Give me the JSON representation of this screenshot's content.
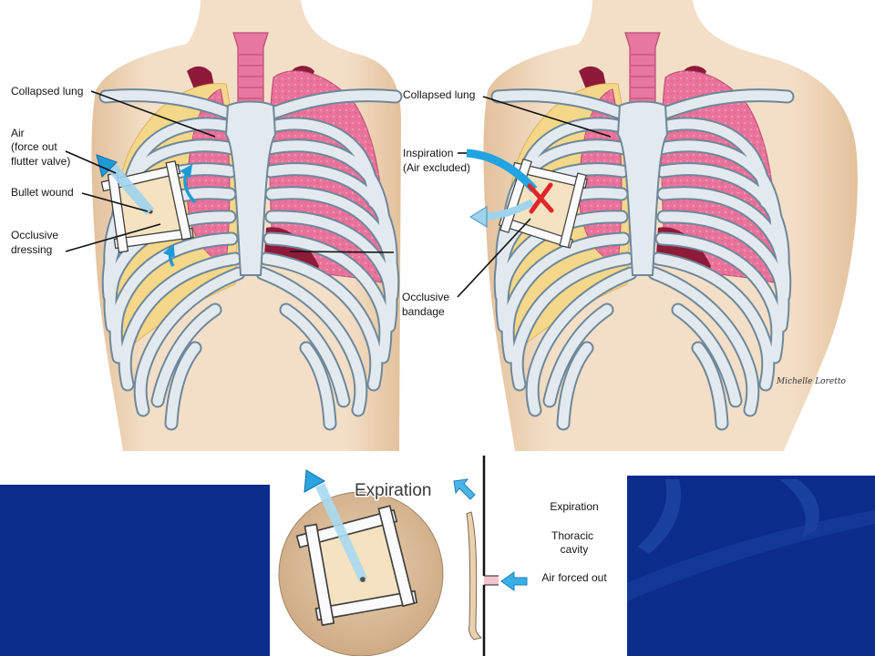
{
  "colors": {
    "slide_blue": "#0c2c8c",
    "slide_blue_accent": "#1b41a0",
    "lung_pink": "#e9739b",
    "pleural_yellow": "#f4d789",
    "air_arrow_blue": "#1e9ad6",
    "occlusion_red": "#e0262b"
  },
  "left_figure": {
    "labels": {
      "collapsed_lung": "Collapsed lung",
      "air": [
        "Air",
        "(force out",
        "flutter valve)"
      ],
      "bullet_wound": "Bullet wound",
      "occlusive_dressing": [
        "Occlusive",
        "dressing"
      ]
    }
  },
  "right_figure": {
    "labels": {
      "collapsed_lung": "Collapsed lung",
      "inspiration": [
        "Inspiration",
        "(Air excluded)"
      ],
      "occlusive_bandage": [
        "Occlusive",
        "bandage"
      ]
    },
    "signature": "Michelle Loretto"
  },
  "inset": {
    "title": "Expiration",
    "labels": {
      "expiration": "Expiration",
      "thoracic_cavity": [
        "Thoracic",
        "cavity"
      ],
      "air_forced_out": "Air forced out"
    }
  }
}
